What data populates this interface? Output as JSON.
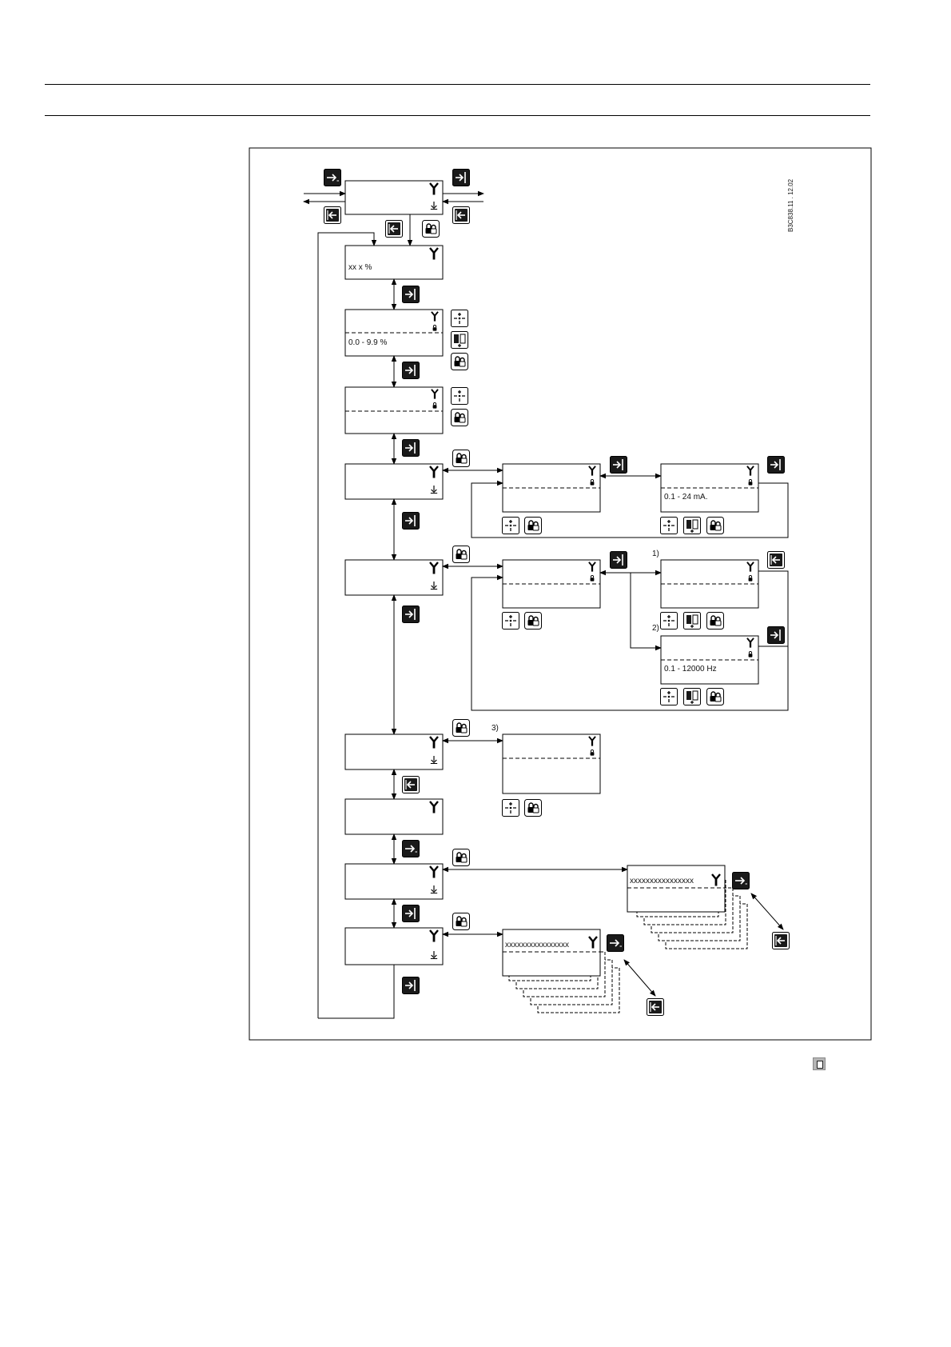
{
  "doc_code": "B3C838.11 . 12.02",
  "displays": {
    "level_value": "xx x %",
    "range_pct": "0.0 - 9.9 %",
    "range_ma": "0.1 - 24 mA.",
    "range_hz": "0.1 - 12000 Hz",
    "text_x1": "xxxxxxxxxxxxxxxx",
    "text_x2": "xxxxxxxxxxxxxxxx"
  },
  "notes": {
    "n1": "1)",
    "n2": "2)",
    "n3": "3)"
  },
  "icons": {
    "wrench": "wrench-icon",
    "arrow_down": "arrow-down-icon",
    "lock": "lock-icon",
    "key_enter": "enter-key-icon",
    "key_next": "next-key-icon",
    "key_escape": "escape-key-icon",
    "key_minus_plus": "plus-minus-key-icon",
    "key_cursor": "cursor-key-icon",
    "key_lock": "lock-key-icon"
  },
  "colors": {
    "ink": "#000000",
    "key_fill": "#1a1a1a",
    "background": "#ffffff"
  }
}
